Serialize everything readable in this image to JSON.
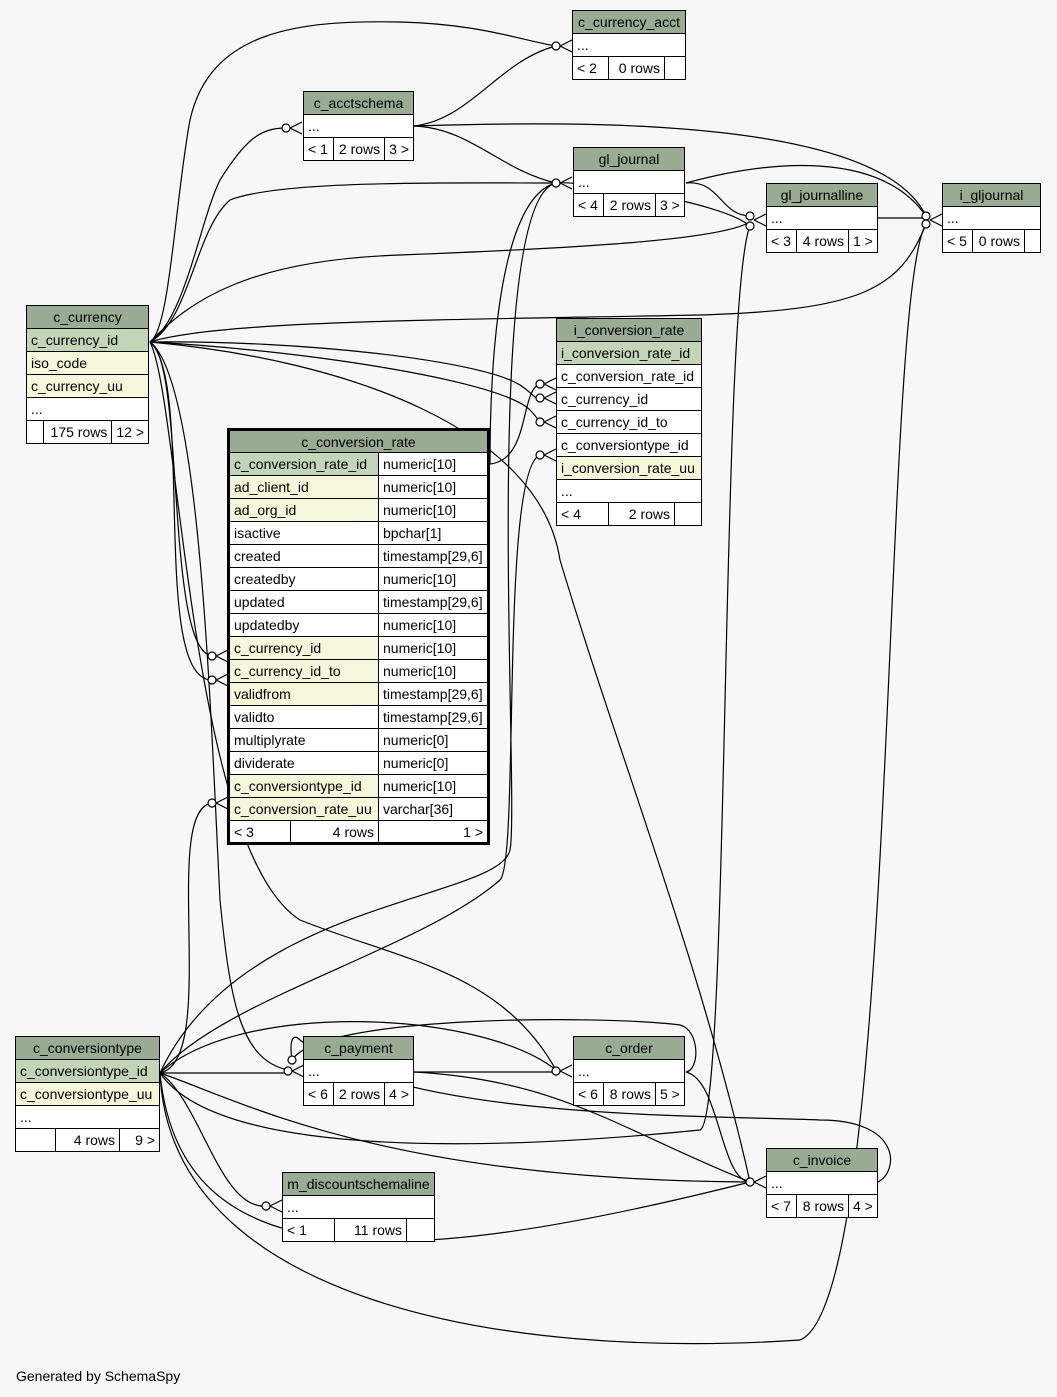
{
  "footer": "Generated by SchemaSpy",
  "tables": {
    "c_currency_acct": {
      "name": "c_currency_acct",
      "ellipsis": "...",
      "parents": "< 2",
      "rows": "0 rows",
      "children": ""
    },
    "c_acctschema": {
      "name": "c_acctschema",
      "ellipsis": "...",
      "parents": "< 1",
      "rows": "2 rows",
      "children": "3 >"
    },
    "gl_journal": {
      "name": "gl_journal",
      "ellipsis": "...",
      "parents": "< 4",
      "rows": "2 rows",
      "children": "3 >"
    },
    "gl_journalline": {
      "name": "gl_journalline",
      "ellipsis": "...",
      "parents": "< 3",
      "rows": "4 rows",
      "children": "1 >"
    },
    "i_gljournal": {
      "name": "i_gljournal",
      "ellipsis": "...",
      "parents": "< 5",
      "rows": "0 rows",
      "children": ""
    },
    "c_currency": {
      "name": "c_currency",
      "cols": [
        "c_currency_id",
        "iso_code",
        "c_currency_uu"
      ],
      "ellipsis": "...",
      "parents": "",
      "rows": "175 rows",
      "children": "12 >"
    },
    "i_conversion_rate": {
      "name": "i_conversion_rate",
      "cols": [
        "i_conversion_rate_id",
        "c_conversion_rate_id",
        "c_currency_id",
        "c_currency_id_to",
        "c_conversiontype_id",
        "i_conversion_rate_uu"
      ],
      "ellipsis": "...",
      "parents": "< 4",
      "rows": "2 rows",
      "children": ""
    },
    "c_conversion_rate": {
      "name": "c_conversion_rate",
      "cols": [
        {
          "name": "c_conversion_rate_id",
          "type": "numeric[10]"
        },
        {
          "name": "ad_client_id",
          "type": "numeric[10]"
        },
        {
          "name": "ad_org_id",
          "type": "numeric[10]"
        },
        {
          "name": "isactive",
          "type": "bpchar[1]"
        },
        {
          "name": "created",
          "type": "timestamp[29,6]"
        },
        {
          "name": "createdby",
          "type": "numeric[10]"
        },
        {
          "name": "updated",
          "type": "timestamp[29,6]"
        },
        {
          "name": "updatedby",
          "type": "numeric[10]"
        },
        {
          "name": "c_currency_id",
          "type": "numeric[10]"
        },
        {
          "name": "c_currency_id_to",
          "type": "numeric[10]"
        },
        {
          "name": "validfrom",
          "type": "timestamp[29,6]"
        },
        {
          "name": "validto",
          "type": "timestamp[29,6]"
        },
        {
          "name": "multiplyrate",
          "type": "numeric[0]"
        },
        {
          "name": "dividerate",
          "type": "numeric[0]"
        },
        {
          "name": "c_conversiontype_id",
          "type": "numeric[10]"
        },
        {
          "name": "c_conversion_rate_uu",
          "type": "varchar[36]"
        }
      ],
      "parents": "< 3",
      "rows": "4 rows",
      "children": "1 >"
    },
    "c_conversiontype": {
      "name": "c_conversiontype",
      "cols": [
        "c_conversiontype_id",
        "c_conversiontype_uu"
      ],
      "ellipsis": "...",
      "parents": "",
      "rows": "4 rows",
      "children": "9 >"
    },
    "c_payment": {
      "name": "c_payment",
      "ellipsis": "...",
      "parents": "< 6",
      "rows": "2 rows",
      "children": "4 >"
    },
    "c_order": {
      "name": "c_order",
      "ellipsis": "...",
      "parents": "< 6",
      "rows": "8 rows",
      "children": "5 >"
    },
    "c_invoice": {
      "name": "c_invoice",
      "ellipsis": "...",
      "parents": "< 7",
      "rows": "8 rows",
      "children": "4 >"
    },
    "m_discountschemaline": {
      "name": "m_discountschemaline",
      "ellipsis": "...",
      "parents": "< 1",
      "rows": "11 rows",
      "children": ""
    }
  }
}
